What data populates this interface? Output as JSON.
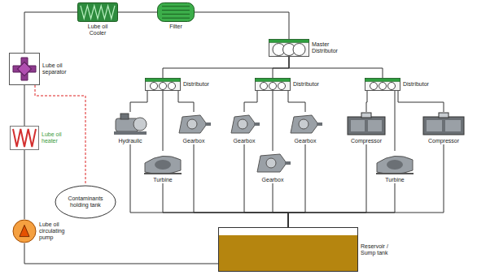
{
  "diagram": {
    "nodes": [
      {
        "text": [
          "Lube oil Cooler"
        ]
      },
      {
        "text": [
          "Filter"
        ]
      },
      {
        "text": [
          "Master Distributor"
        ]
      },
      {
        "text": [
          "Lube oil separator"
        ]
      },
      {
        "text": [
          "Distributor"
        ]
      },
      {
        "text": [
          "Distributor"
        ]
      },
      {
        "text": [
          "Distributor"
        ]
      },
      {
        "text": [
          "Hydraulic"
        ]
      },
      {
        "text": [
          "Gearbox"
        ]
      },
      {
        "text": [
          "Gearbox"
        ]
      },
      {
        "text": [
          "Gearbox"
        ]
      },
      {
        "text": [
          "Compressor"
        ]
      },
      {
        "text": [
          "Compressor"
        ]
      },
      {
        "text": [
          "Lube oil heater"
        ]
      },
      {
        "text": [
          "Turbine"
        ]
      },
      {
        "text": [
          "Gearbox"
        ]
      },
      {
        "text": [
          "Turbine"
        ]
      },
      {
        "text": [
          "Contaminants holding tank"
        ]
      },
      {
        "text": [
          "Reservoir / Sump tank"
        ]
      },
      {
        "text": [
          "Lube oil circulating pump"
        ]
      }
    ],
    "edges": [
      {
        "from": 3,
        "to": 0,
        "arrow": "none"
      },
      {
        "from": 0,
        "to": 1,
        "arrow": "none"
      },
      {
        "from": 1,
        "to": 2,
        "arrow": "none"
      },
      {
        "from": 2,
        "to": 4,
        "arrow": "none"
      },
      {
        "from": 2,
        "to": 5,
        "arrow": "none"
      },
      {
        "from": 2,
        "to": 6,
        "arrow": "none"
      },
      {
        "from": 4,
        "to": 7,
        "arrow": "none"
      },
      {
        "from": 4,
        "to": 14,
        "arrow": "none"
      },
      {
        "from": 4,
        "to": 8,
        "arrow": "none"
      },
      {
        "from": 5,
        "to": 9,
        "arrow": "none"
      },
      {
        "from": 5,
        "to": 15,
        "arrow": "none"
      },
      {
        "from": 5,
        "to": 10,
        "arrow": "none"
      },
      {
        "from": 6,
        "to": 11,
        "arrow": "none"
      },
      {
        "from": 6,
        "to": 16,
        "arrow": "none"
      },
      {
        "from": 6,
        "to": 12,
        "arrow": "none"
      },
      {
        "from": 7,
        "to": 18,
        "arrow": "none"
      },
      {
        "from": 8,
        "to": 18,
        "arrow": "none"
      },
      {
        "from": 9,
        "to": 18,
        "arrow": "none"
      },
      {
        "from": 10,
        "to": 18,
        "arrow": "none"
      },
      {
        "from": 11,
        "to": 18,
        "arrow": "none"
      },
      {
        "from": 12,
        "to": 18,
        "arrow": "none"
      },
      {
        "from": 14,
        "to": 18,
        "arrow": "none"
      },
      {
        "from": 15,
        "to": 18,
        "arrow": "none"
      },
      {
        "from": 16,
        "to": 18,
        "arrow": "none"
      },
      {
        "from": 18,
        "to": 19,
        "arrow": "none"
      },
      {
        "from": 19,
        "to": 13,
        "arrow": "none"
      },
      {
        "from": 13,
        "to": 3,
        "arrow": "none"
      },
      {
        "from": 3,
        "to": 17,
        "arrow": "none"
      }
    ]
  }
}
